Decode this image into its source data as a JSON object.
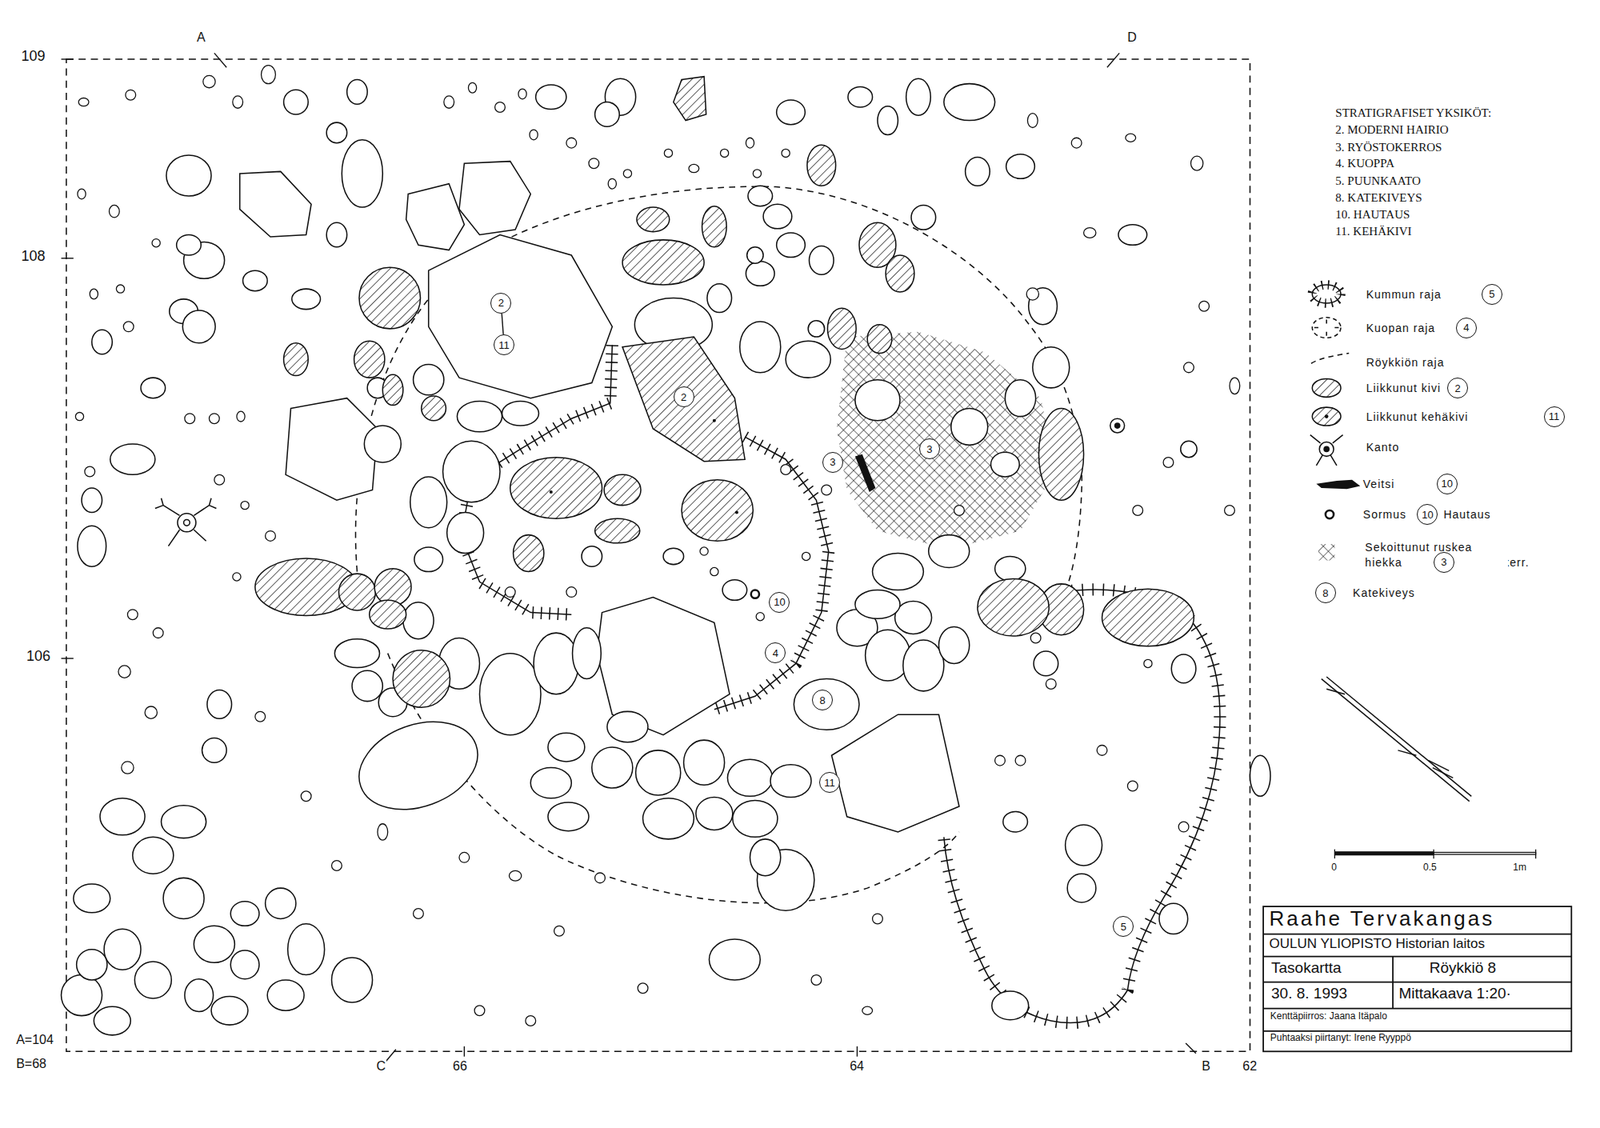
{
  "diagram": {
    "title": "Raahe Tervakangas",
    "nodes": [
      {
        "text": [
          "2"
        ]
      },
      {
        "text": [
          "11"
        ]
      },
      {
        "text": [
          "2"
        ]
      },
      {
        "text": [
          "3"
        ]
      },
      {
        "text": [
          "3"
        ]
      },
      {
        "text": [
          "10"
        ]
      },
      {
        "text": [
          "4"
        ]
      },
      {
        "text": [
          "8"
        ]
      },
      {
        "text": [
          "11"
        ]
      },
      {
        "text": [
          "5"
        ]
      },
      {
        "text": [
          "5"
        ]
      },
      {
        "text": [
          "4"
        ]
      },
      {
        "text": [
          "2"
        ]
      },
      {
        "text": [
          "11"
        ]
      },
      {
        "text": [
          "10"
        ]
      },
      {
        "text": [
          "10"
        ]
      },
      {
        "text": [
          "3"
        ]
      },
      {
        "text": [
          "8"
        ]
      }
    ],
    "edges": [
      {
        "from": 0,
        "to": 1,
        "arrow": "none"
      }
    ],
    "labels": [
      "STRATIGRAFISET YKSIKÖT:",
      "2. MODERNI HAIRIO",
      "3. RYÖSTOKERROS",
      "4. KUOPPA",
      "5. PUUNKAATO",
      "8. KATEKIVEYS",
      "10. HAUTAUS",
      "11. KEHÄKIVI",
      "109",
      "108",
      "106",
      "A=104",
      "B=68",
      "C",
      "66",
      "64",
      "B",
      "62",
      "A",
      "D",
      "0",
      "0.5",
      "1m",
      "OULUN YLIOPISTO Historian laitos",
      "Tasokartta",
      "Röykkiö 8",
      "30. 8. 1993",
      "Mittakaava 1:20·",
      "Kenttäpiirros: Jaana Itäpalo",
      "Puhtaaksi piirtanyt: Irene Ryyppö",
      "Hautaus",
      "Ryöstö kerr."
    ],
    "legend": [
      {
        "text": "Kummun raja"
      },
      {
        "text": "Kuopan raja"
      },
      {
        "text": "Röykkiön raja"
      },
      {
        "text": "Liikkunut kivi"
      },
      {
        "text": "Liikkunut kehäkivi"
      },
      {
        "text": "Kanto"
      },
      {
        "text": "Veitsi"
      },
      {
        "text": "Sormus"
      },
      {
        "text": "Sekoittunut ruskea hiekka"
      },
      {
        "text": "Katekiveys"
      }
    ]
  }
}
